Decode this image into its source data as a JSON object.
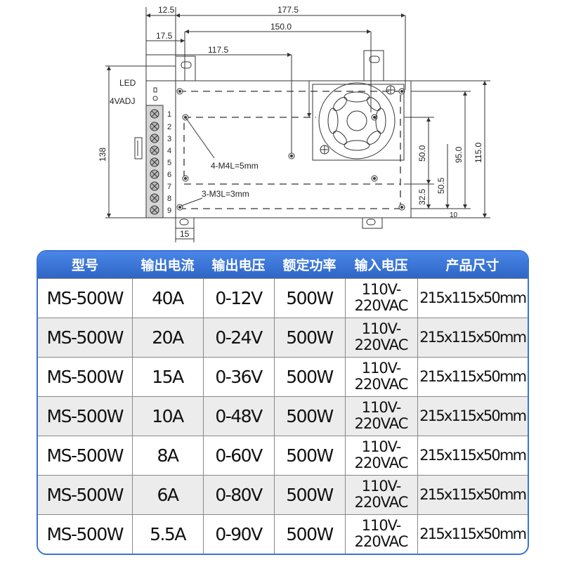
{
  "drawing": {
    "dimensions": {
      "top_12_5": "12.5",
      "top_177_5": "177.5",
      "top_17_5": "17.5",
      "top_150_0": "150.0",
      "top_117_5": "117.5",
      "left_138": "138",
      "right_50_0": "50.0",
      "right_95_0": "95.0",
      "right_115_0": "115.0",
      "right_50_5": "50.5",
      "right_32_5": "32.5",
      "right_10": "10",
      "bottom_15": "15"
    },
    "labels": {
      "led": "LED",
      "vadj": "4VADJ",
      "m4_holes": "4-M4L=5mm",
      "m3_holes": "3-M3L=3mm"
    },
    "terminals": [
      "1",
      "2",
      "3",
      "4",
      "5",
      "6",
      "7",
      "8",
      "9"
    ]
  },
  "table": {
    "headers": [
      "型号",
      "输出电流",
      "输出电压",
      "额定功率",
      "输入电压",
      "产品尺寸"
    ],
    "rows": [
      [
        "MS-500W",
        "40A",
        "0-12V",
        "500W",
        "110V-\n220VAC",
        "215x115x50mm"
      ],
      [
        "MS-500W",
        "20A",
        "0-24V",
        "500W",
        "110V-\n220VAC",
        "215x115x50mm"
      ],
      [
        "MS-500W",
        "15A",
        "0-36V",
        "500W",
        "110V-\n220VAC",
        "215x115x50mm"
      ],
      [
        "MS-500W",
        "10A",
        "0-48V",
        "500W",
        "110V-\n220VAC",
        "215x115x50mm"
      ],
      [
        "MS-500W",
        "8A",
        "0-60V",
        "500W",
        "110V-\n220VAC",
        "215x115x50mm"
      ],
      [
        "MS-500W",
        "6A",
        "0-80V",
        "500W",
        "110V-\n220VAC",
        "215x115x50mm"
      ],
      [
        "MS-500W",
        "5.5A",
        "0-90V",
        "500W",
        "110V-\n220VAC",
        "215x115x50mm"
      ]
    ]
  },
  "colors": {
    "header_bg": "#3a74d4",
    "header_text": "#ffffff",
    "row_alt": "#ececec"
  }
}
